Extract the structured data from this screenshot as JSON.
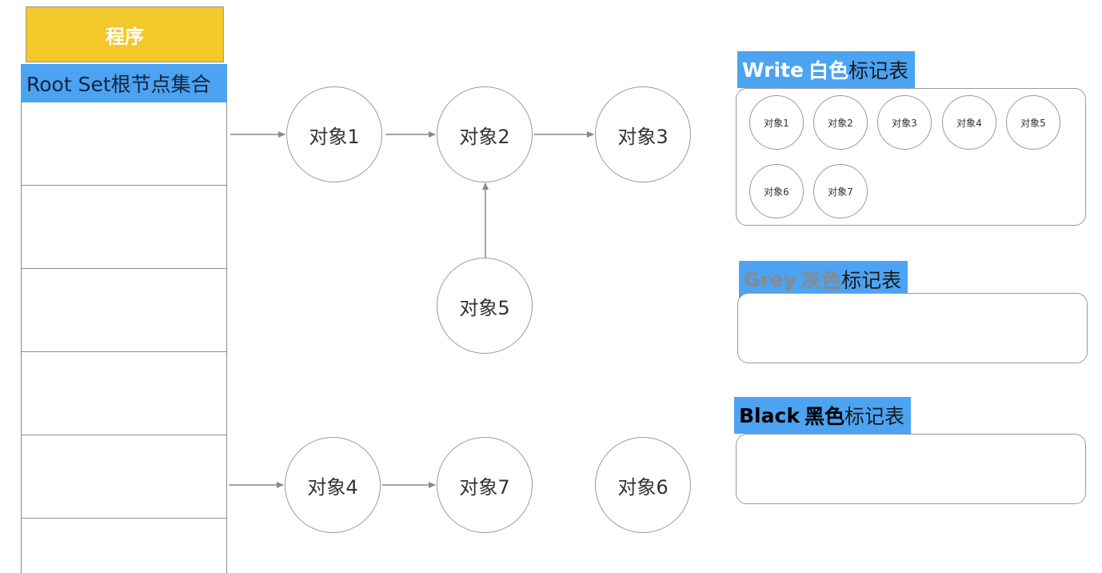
{
  "program": {
    "header": "程序",
    "root_set_label": "Root Set根节点集合"
  },
  "nodes": {
    "n1": "对象1",
    "n2": "对象2",
    "n3": "对象3",
    "n4": "对象4",
    "n5": "对象5",
    "n6": "对象6",
    "n7": "对象7"
  },
  "tables": {
    "white": {
      "en": "Write",
      "cn": "白色",
      "suffix": "标记表",
      "en_color": "#ffffff",
      "cn_color": "#ffffff",
      "items": [
        "对象1",
        "对象2",
        "对象3",
        "对象4",
        "对象5",
        "对象6",
        "对象7"
      ]
    },
    "grey": {
      "en": "Grey",
      "cn": "灰色",
      "suffix": "标记表",
      "en_color": "#8a8a8a",
      "cn_color": "#8a8a8a",
      "items": []
    },
    "black": {
      "en": "Black",
      "cn": "黑色",
      "suffix": "标记表",
      "en_color": "#000000",
      "cn_color": "#000000",
      "items": []
    }
  },
  "colors": {
    "program_header": "#f2c82a",
    "highlight": "#4ba3f2",
    "stroke": "#9a9a9a"
  }
}
